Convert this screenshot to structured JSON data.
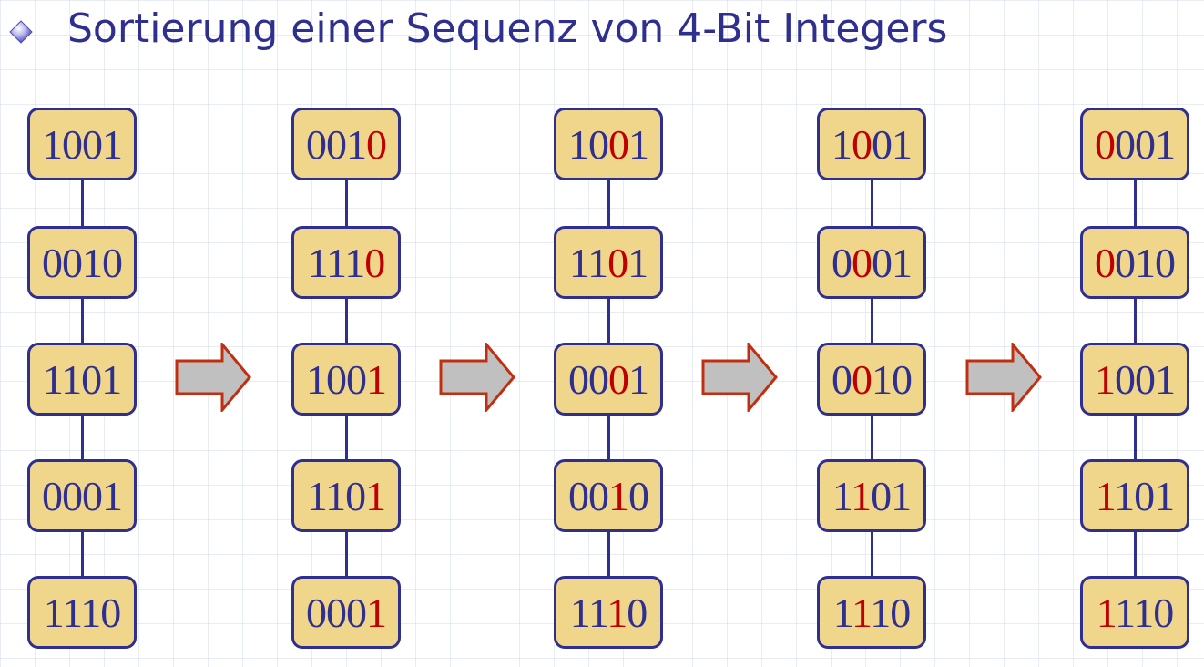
{
  "title": "Sortierung einer Sequenz von 4-Bit Integers",
  "colors": {
    "text": "#2f2f8f",
    "highlight": "#c00000",
    "cell_fill": "#f0d68b",
    "arrow_fill": "#c0c0c0",
    "arrow_stroke": "#c03010"
  },
  "columns": [
    {
      "cells": [
        {
          "text": "1001",
          "highlight": null
        },
        {
          "text": "0010",
          "highlight": null
        },
        {
          "text": "1101",
          "highlight": null
        },
        {
          "text": "0001",
          "highlight": null
        },
        {
          "text": "1110",
          "highlight": null
        }
      ]
    },
    {
      "cells": [
        {
          "text": "0010",
          "highlight": 3
        },
        {
          "text": "1110",
          "highlight": 3
        },
        {
          "text": "1001",
          "highlight": 3
        },
        {
          "text": "1101",
          "highlight": 3
        },
        {
          "text": "0001",
          "highlight": 3
        }
      ]
    },
    {
      "cells": [
        {
          "text": "1001",
          "highlight": 2
        },
        {
          "text": "1101",
          "highlight": 2
        },
        {
          "text": "0001",
          "highlight": 2
        },
        {
          "text": "0010",
          "highlight": 2
        },
        {
          "text": "1110",
          "highlight": 2
        }
      ]
    },
    {
      "cells": [
        {
          "text": "1001",
          "highlight": 1
        },
        {
          "text": "0001",
          "highlight": 1
        },
        {
          "text": "0010",
          "highlight": 1
        },
        {
          "text": "1101",
          "highlight": 1
        },
        {
          "text": "1110",
          "highlight": 1
        }
      ]
    },
    {
      "cells": [
        {
          "text": "0001",
          "highlight": 0
        },
        {
          "text": "0010",
          "highlight": 0
        },
        {
          "text": "1001",
          "highlight": 0
        },
        {
          "text": "1101",
          "highlight": 0
        },
        {
          "text": "1110",
          "highlight": 0
        }
      ]
    }
  ]
}
